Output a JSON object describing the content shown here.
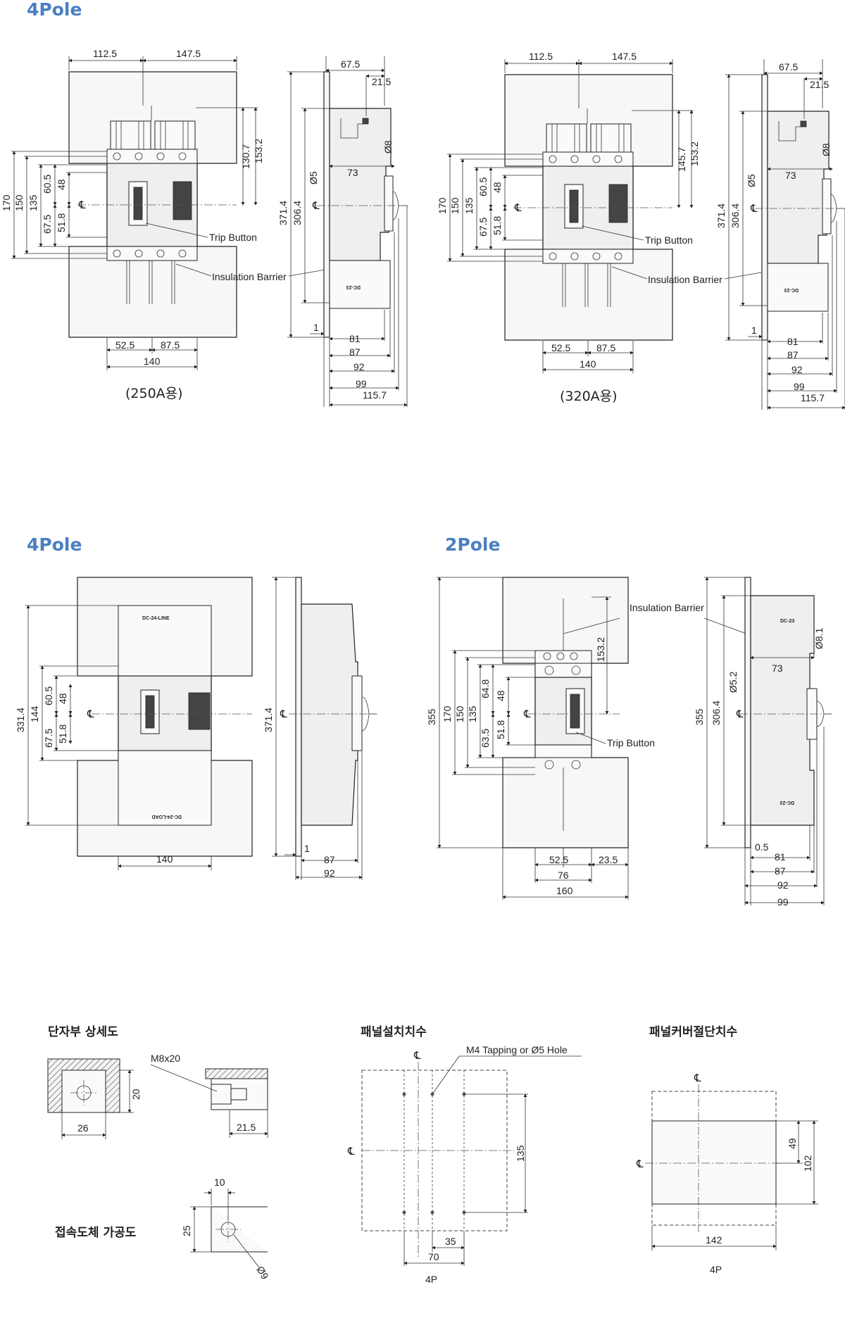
{
  "headings": {
    "pole4_top": "4Pole",
    "pole4_mid": "4Pole",
    "pole2_mid": "2Pole"
  },
  "captions": {
    "a250": "(250A용)",
    "a320": "(320A용)"
  },
  "section_titles": {
    "terminal_detail": "단자부 상세도",
    "conductor_machining": "접속도체 가공도",
    "panel_mount": "패널설치치수",
    "panel_cover_cut": "패널커버절단치수"
  },
  "labels": {
    "trip_button": "Trip Button",
    "insulation_barrier": "Insulation Barrier",
    "centerline": "℄",
    "m8x20": "M8x20",
    "m4_tapping": "M4 Tapping or Ø5 Hole",
    "four_p": "4P",
    "dc_line": "DC-24-LINE",
    "dc_load": "DC-24-LOAD",
    "dc23": "DC-23"
  },
  "dims": {
    "d1125": "112.5",
    "d1475": "147.5",
    "d675": "67.5",
    "d215": "21.5",
    "d1307": "130.7",
    "d1532": "153.2",
    "d1457": "145.7",
    "d170": "170",
    "d150": "150",
    "d135": "135",
    "d605": "60.5",
    "d48": "48",
    "d675b": "67.5",
    "d518": "51.8",
    "d3714": "371.4",
    "d3064": "306.4",
    "d5": "Ø5",
    "d8": "Ø8",
    "d73": "73",
    "d1": "1",
    "d81": "81",
    "d87": "87",
    "d92": "92",
    "d99": "99",
    "d1157": "115.7",
    "d525": "52.5",
    "d875": "87.5",
    "d140": "140",
    "d3314": "331.4",
    "d144": "144",
    "d355": "355",
    "d648": "64.8",
    "d635": "63.5",
    "d52": "Ø5.2",
    "d81b": "Ø8.1",
    "d05": "0.5",
    "d235": "23.5",
    "d76": "76",
    "d160": "160",
    "d26": "26",
    "d20": "20",
    "d215b": "21.5",
    "d10": "10",
    "d25": "25",
    "d9": "Ø9",
    "d35": "35",
    "d70": "70",
    "d142": "142",
    "d49": "49",
    "d102": "102"
  }
}
